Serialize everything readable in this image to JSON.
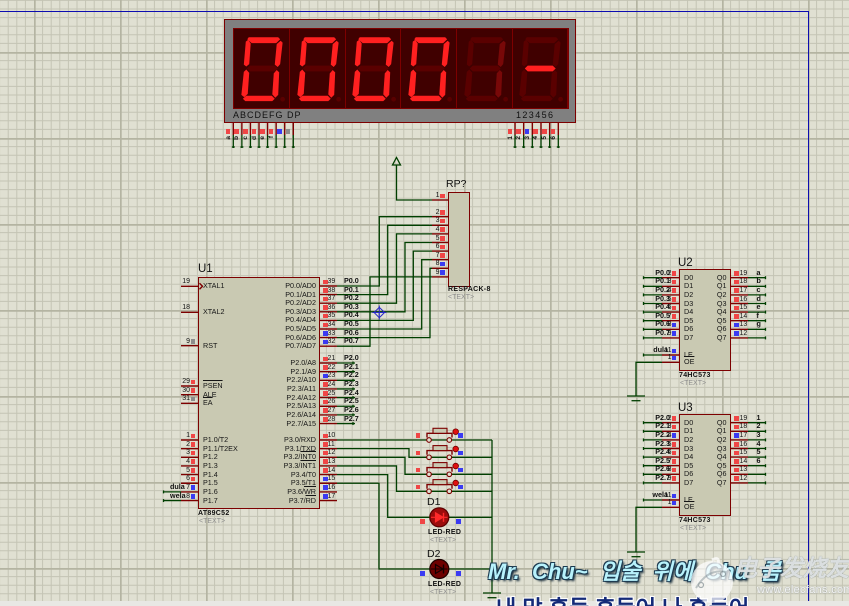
{
  "pin_state_colors": {
    "high": "#f04646",
    "low": "#3a3af2",
    "float": "#8c8c8c"
  },
  "segment_colors": {
    "on": "#ff2020",
    "dim": "#780808",
    "off": "#5a0000"
  },
  "display": {
    "segment_header": "ABCDEFG DP",
    "digit_header": "123456",
    "digits": [
      {
        "value": "0",
        "brightness": "on"
      },
      {
        "value": "0",
        "brightness": "on"
      },
      {
        "value": "0",
        "brightness": "on"
      },
      {
        "value": "0",
        "brightness": "on"
      },
      {
        "value": "1",
        "brightness": "dim"
      },
      {
        "value": "-",
        "brightness": "on"
      }
    ],
    "segment_pins": [
      {
        "label": "a",
        "state": "high"
      },
      {
        "label": "b",
        "state": "high"
      },
      {
        "label": "c",
        "state": "high"
      },
      {
        "label": "d",
        "state": "high"
      },
      {
        "label": "e",
        "state": "high"
      },
      {
        "label": "f",
        "state": "high"
      },
      {
        "label": "",
        "state": "low"
      },
      {
        "label": "",
        "state": "float"
      }
    ],
    "digit_pins": [
      {
        "label": "1",
        "state": "high"
      },
      {
        "label": "2",
        "state": "high"
      },
      {
        "label": "3",
        "state": "low"
      },
      {
        "label": "4",
        "state": "high"
      },
      {
        "label": "5",
        "state": "high"
      },
      {
        "label": "6",
        "state": "high"
      }
    ]
  },
  "resistor_pack": {
    "ref": "RP?",
    "part": "RESPACK-8",
    "text": "<TEXT>",
    "pins": [
      {
        "num": "1",
        "state": "high"
      },
      {
        "num": "2",
        "state": "high"
      },
      {
        "num": "3",
        "state": "high"
      },
      {
        "num": "4",
        "state": "high"
      },
      {
        "num": "5",
        "state": "high"
      },
      {
        "num": "6",
        "state": "high"
      },
      {
        "num": "7",
        "state": "high"
      },
      {
        "num": "8",
        "state": "low"
      },
      {
        "num": "9",
        "state": "low"
      }
    ]
  },
  "u1": {
    "ref": "U1",
    "part": "AT89C52",
    "text": "<TEXT>",
    "left_pins": [
      {
        "num": "19",
        "name": "XTAL1",
        "state": ""
      },
      {
        "num": "18",
        "name": "XTAL2",
        "state": ""
      },
      {
        "num": "9",
        "name": "RST",
        "state": "float"
      },
      {
        "num": "29",
        "name": "",
        "bar": "PSEN",
        "state": "high"
      },
      {
        "num": "30",
        "name": "ALE",
        "state": "high"
      },
      {
        "num": "31",
        "name": "",
        "bar": "EA",
        "state": "float"
      },
      {
        "num": "1",
        "name": "P1.0/T2",
        "state": "high"
      },
      {
        "num": "2",
        "name": "P1.1/T2EX",
        "state": "high"
      },
      {
        "num": "3",
        "name": "P1.2",
        "state": "high"
      },
      {
        "num": "4",
        "name": "P1.3",
        "state": "high"
      },
      {
        "num": "5",
        "name": "P1.4",
        "state": "high"
      },
      {
        "num": "6",
        "name": "P1.5",
        "state": "high"
      },
      {
        "num": "7",
        "name": "P1.6",
        "state": "low",
        "net": "dula"
      },
      {
        "num": "8",
        "name": "P1.7",
        "state": "low",
        "net": "wela"
      }
    ],
    "right_pins": [
      {
        "num": "39",
        "name": "P0.0/AD0",
        "state": "high",
        "net": "P0.0"
      },
      {
        "num": "38",
        "name": "P0.1/AD1",
        "state": "high",
        "net": "P0.1"
      },
      {
        "num": "37",
        "name": "P0.2/AD2",
        "state": "high",
        "net": "P0.2"
      },
      {
        "num": "36",
        "name": "P0.3/AD3",
        "state": "high",
        "net": "P0.3"
      },
      {
        "num": "35",
        "name": "P0.4/AD4",
        "state": "high",
        "net": "P0.4"
      },
      {
        "num": "34",
        "name": "P0.5/AD5",
        "state": "high",
        "net": "P0.5"
      },
      {
        "num": "33",
        "name": "P0.6/AD6",
        "state": "low",
        "net": "P0.6"
      },
      {
        "num": "32",
        "name": "P0.7/AD7",
        "state": "low",
        "net": "P0.7"
      },
      {
        "num": "21",
        "name": "P2.0/A8",
        "state": "high",
        "net": "P2.0"
      },
      {
        "num": "22",
        "name": "P2.1/A9",
        "state": "high",
        "net": "P2.1"
      },
      {
        "num": "23",
        "name": "P2.2/A10",
        "state": "low",
        "net": "P2.2"
      },
      {
        "num": "24",
        "name": "P2.3/A11",
        "state": "high",
        "net": "P2.3"
      },
      {
        "num": "25",
        "name": "P2.4/A12",
        "state": "high",
        "net": "P2.4"
      },
      {
        "num": "26",
        "name": "P2.5/A13",
        "state": "high",
        "net": "P2.5"
      },
      {
        "num": "27",
        "name": "P2.6/A14",
        "state": "high",
        "net": "P2.6"
      },
      {
        "num": "28",
        "name": "P2.7/A15",
        "state": "high",
        "net": "P2.7"
      },
      {
        "num": "10",
        "name": "P3.0/RXD",
        "state": "high"
      },
      {
        "num": "11",
        "name": "P3.1/TXD",
        "state": "high"
      },
      {
        "num": "12",
        "name": "P3.2/",
        "bar": "INT0",
        "state": "high"
      },
      {
        "num": "13",
        "name": "P3.3/",
        "bar": "INT1",
        "state": "high"
      },
      {
        "num": "14",
        "name": "P3.4/T0",
        "state": "high"
      },
      {
        "num": "15",
        "name": "P3.5/T1",
        "state": "low"
      },
      {
        "num": "16",
        "name": "P3.6/",
        "bar": "WR",
        "state": "low"
      },
      {
        "num": "17",
        "name": "P3.7/",
        "bar": "RD",
        "state": "low"
      }
    ]
  },
  "u2": {
    "ref": "U2",
    "part": "74HC573",
    "text": "<TEXT>",
    "d_pins": [
      {
        "num": "2",
        "name": "D0",
        "net": "P0.0",
        "state": "high"
      },
      {
        "num": "3",
        "name": "D1",
        "net": "P0.1",
        "state": "high"
      },
      {
        "num": "4",
        "name": "D2",
        "net": "P0.2",
        "state": "high"
      },
      {
        "num": "5",
        "name": "D3",
        "net": "P0.3",
        "state": "high"
      },
      {
        "num": "6",
        "name": "D4",
        "net": "P0.4",
        "state": "high"
      },
      {
        "num": "7",
        "name": "D5",
        "net": "P0.5",
        "state": "high"
      },
      {
        "num": "8",
        "name": "D6",
        "net": "P0.6",
        "state": "low"
      },
      {
        "num": "9",
        "name": "D7",
        "net": "P0.7",
        "state": "low"
      }
    ],
    "le": {
      "num": "11",
      "name": "LE",
      "net": "dula",
      "state": "low"
    },
    "oe": {
      "num": "1",
      "name": "",
      "bar": "OE",
      "state": "low"
    },
    "q_pins": [
      {
        "num": "19",
        "name": "Q0",
        "net": "a",
        "state": "high"
      },
      {
        "num": "18",
        "name": "Q1",
        "net": "b",
        "state": "high"
      },
      {
        "num": "17",
        "name": "Q2",
        "net": "c",
        "state": "high"
      },
      {
        "num": "16",
        "name": "Q3",
        "net": "d",
        "state": "high"
      },
      {
        "num": "15",
        "name": "Q4",
        "net": "e",
        "state": "high"
      },
      {
        "num": "14",
        "name": "Q5",
        "net": "f",
        "state": "high"
      },
      {
        "num": "13",
        "name": "Q6",
        "net": "g",
        "state": "low"
      },
      {
        "num": "12",
        "name": "Q7",
        "net": "",
        "state": "low"
      }
    ]
  },
  "u3": {
    "ref": "U3",
    "part": "74HC573",
    "text": "<TEXT>",
    "d_pins": [
      {
        "num": "2",
        "name": "D0",
        "net": "P2.0",
        "state": "high"
      },
      {
        "num": "3",
        "name": "D1",
        "net": "P2.1",
        "state": "high"
      },
      {
        "num": "4",
        "name": "D2",
        "net": "P2.2",
        "state": "low"
      },
      {
        "num": "5",
        "name": "D3",
        "net": "P2.3",
        "state": "high"
      },
      {
        "num": "6",
        "name": "D4",
        "net": "P2.4",
        "state": "high"
      },
      {
        "num": "7",
        "name": "D5",
        "net": "P2.5",
        "state": "high"
      },
      {
        "num": "8",
        "name": "D6",
        "net": "P2.6",
        "state": "high"
      },
      {
        "num": "9",
        "name": "D7",
        "net": "P2.7",
        "state": "high"
      }
    ],
    "le": {
      "num": "11",
      "name": "LE",
      "net": "wela",
      "state": "low"
    },
    "oe": {
      "num": "1",
      "name": "",
      "bar": "OE",
      "state": "low"
    },
    "q_pins": [
      {
        "num": "19",
        "name": "Q0",
        "net": "1",
        "state": "high"
      },
      {
        "num": "18",
        "name": "Q1",
        "net": "2",
        "state": "high"
      },
      {
        "num": "17",
        "name": "Q2",
        "net": "3",
        "state": "low"
      },
      {
        "num": "16",
        "name": "Q3",
        "net": "4",
        "state": "high"
      },
      {
        "num": "15",
        "name": "Q4",
        "net": "5",
        "state": "high"
      },
      {
        "num": "14",
        "name": "Q5",
        "net": "6",
        "state": "high"
      },
      {
        "num": "13",
        "name": "Q6",
        "net": "",
        "state": "high"
      },
      {
        "num": "12",
        "name": "Q7",
        "net": "",
        "state": "high"
      }
    ]
  },
  "buttons": [
    {
      "left_state": "high",
      "right_state": "low"
    },
    {
      "left_state": "high",
      "right_state": "low"
    },
    {
      "left_state": "high",
      "right_state": "low"
    },
    {
      "left_state": "high",
      "right_state": "low"
    }
  ],
  "leds": [
    {
      "ref": "D1",
      "part": "LED-RED",
      "text": "<TEXT>",
      "lit": true,
      "left_state": "high",
      "right_state": "low"
    },
    {
      "ref": "D2",
      "part": "LED-RED",
      "text": "<TEXT>",
      "lit": false,
      "left_state": "low",
      "right_state": "low"
    }
  ],
  "caption": {
    "line1": "Mr.  Chu~  입술  위에  Chu  콤",
    "line2": "내 맘 흔들 흔들어 나 흔들어"
  },
  "watermark": {
    "brand": "电子发烧友",
    "url": "www.elecfans.com"
  }
}
